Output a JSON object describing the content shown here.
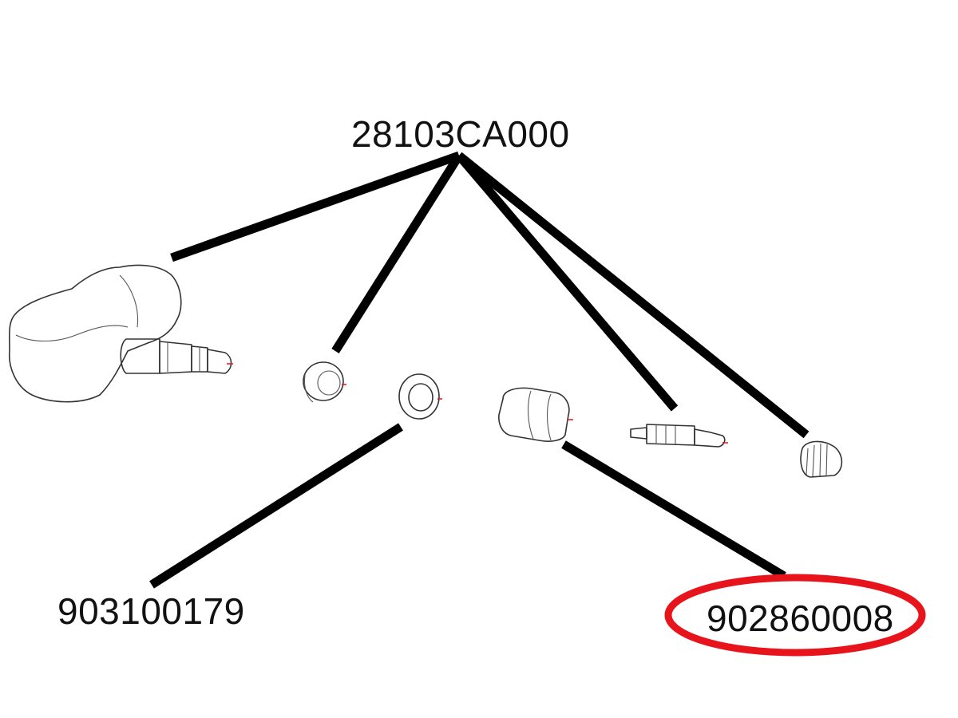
{
  "labels": {
    "top_part_number": "28103CA000",
    "left_part_number": "903100179",
    "right_part_number": "902860008"
  },
  "highlight": {
    "target": "902860008",
    "color": "#e8141c",
    "shape": "ellipse"
  },
  "leader_color": "#000000"
}
